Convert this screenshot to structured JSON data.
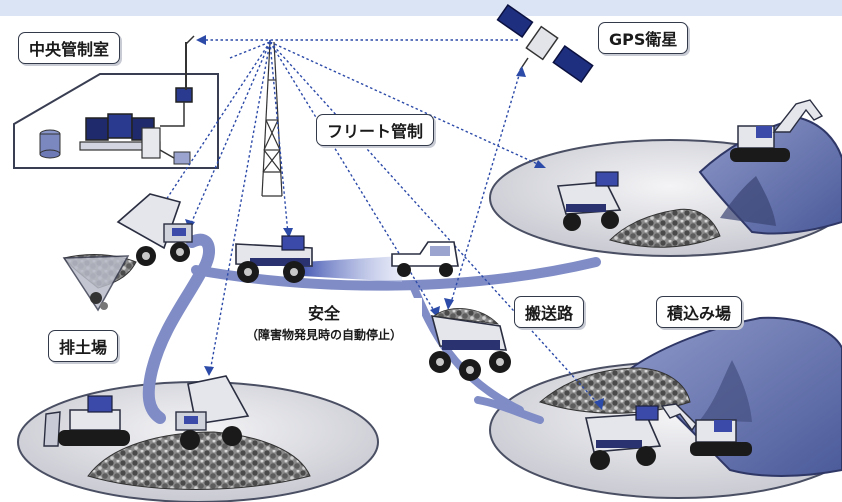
{
  "labels": {
    "control_room": "中央管制室",
    "gps_satellite": "GPS衛星",
    "fleet_control": "フリート管制",
    "safety_title": "安全",
    "safety_sub": "（障害物発見時の自動停止）",
    "haul_road": "搬送路",
    "dump_site": "排土場",
    "loading_site": "積込み場"
  },
  "colors": {
    "top_bar": "#dbe4f4",
    "road": "#7f8cc6",
    "signal": "#2c4aa8",
    "truck_body": "#e4e6ec",
    "ore": "#6b6b6b",
    "ground": "#d8d9de"
  }
}
